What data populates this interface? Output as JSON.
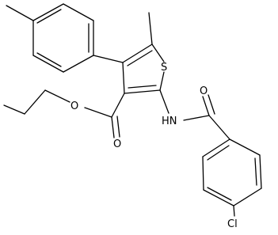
{
  "structure": {
    "atoms": {
      "thiophene_sulfur": "S",
      "amide_nitrogen": "HN",
      "amide_oxygen": "O",
      "ester_carbonyl_oxygen": "O",
      "ester_alkoxy_oxygen": "O",
      "chlorine": "Cl"
    }
  }
}
